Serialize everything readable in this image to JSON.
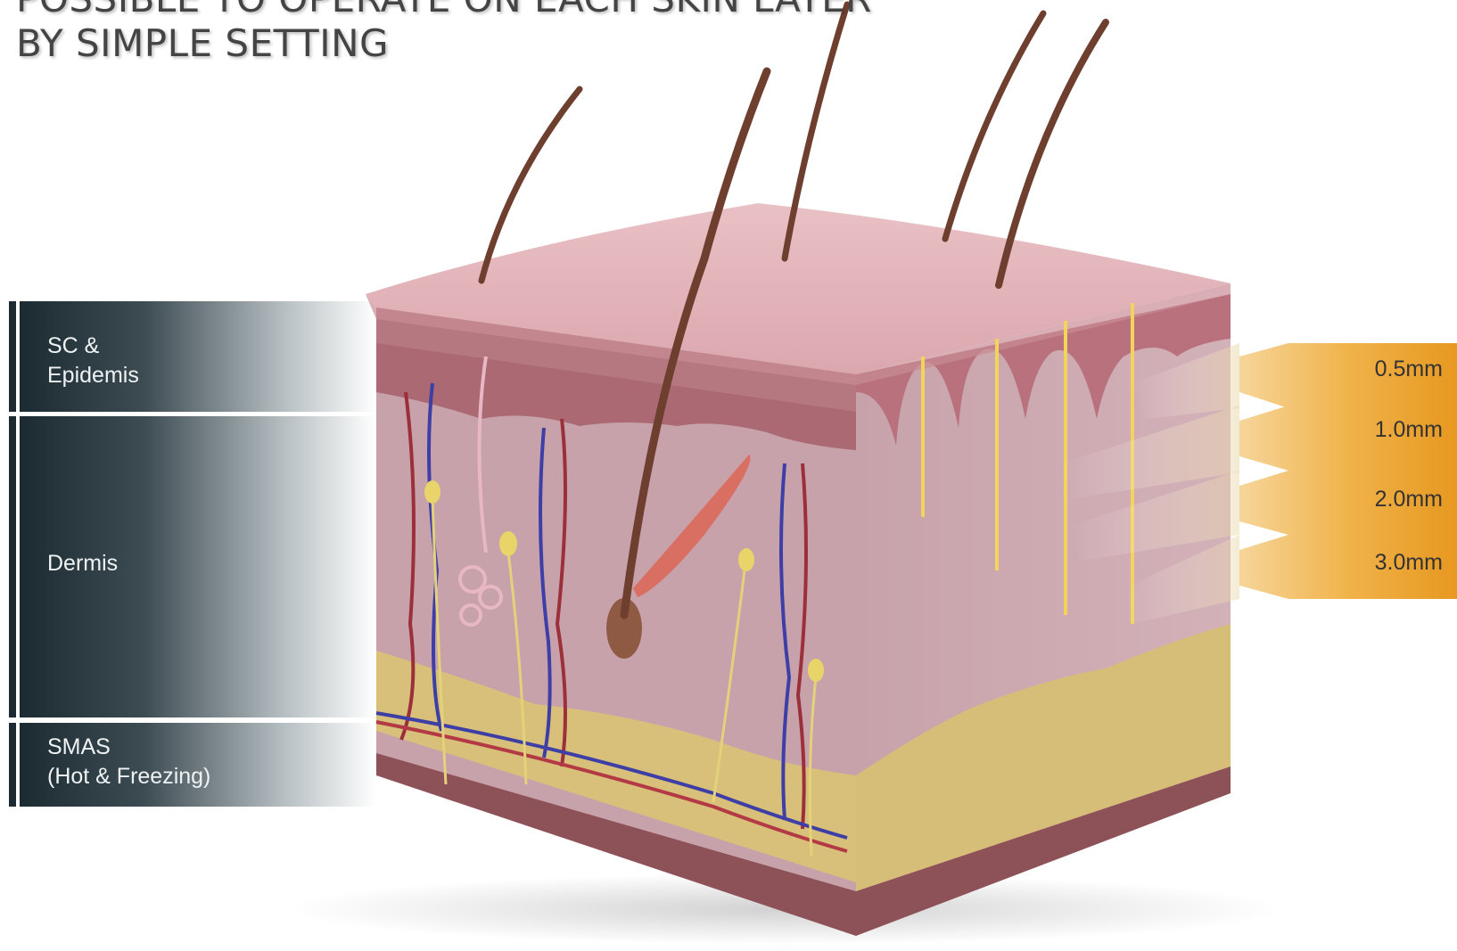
{
  "title": {
    "line1": "POSSIBLE TO OPERATE ON EACH SKIN LAYER",
    "line2": "BY SIMPLE SETTING"
  },
  "layers": [
    {
      "label": "SC &\nEpidemis"
    },
    {
      "label": "Dermis"
    },
    {
      "label": "SMAS\n(Hot & Freezing)"
    }
  ],
  "depths": [
    {
      "label": "0.5mm"
    },
    {
      "label": "1.0mm"
    },
    {
      "label": "2.0mm"
    },
    {
      "label": "3.0mm"
    }
  ],
  "colors": {
    "panel_dark": "#1f2f36",
    "depth_tag": "#e9a024",
    "epidermis": "#e6b6bd",
    "dermis": "#c9a4ae",
    "fat": "#d9c27a",
    "muscle": "#8a4f55"
  }
}
